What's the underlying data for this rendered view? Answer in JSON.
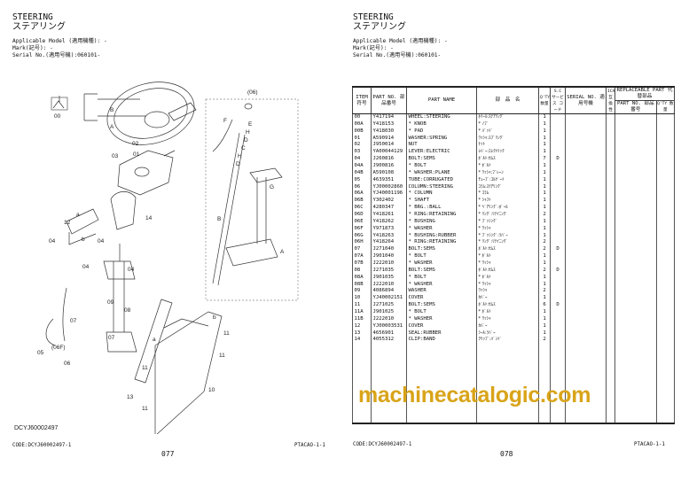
{
  "left_page": {
    "title": "STEERING",
    "title_jp": "ステアリング",
    "applicable_model": "Applicable Model (適用機種): -",
    "mark": "Mark(記号): -",
    "serial": "Serial No.(適用号機):060101-",
    "diagram_code": "DCYJ60002497",
    "footer_code": "CODE:DCYJ60002497-1",
    "footer_ref": "PTACAO-1-1",
    "page_number": "077",
    "diagram_labels": {
      "l00": "00",
      "lB1": "B",
      "lA1": "A",
      "l02": "02",
      "l01": "01",
      "l03": "03",
      "l14": "14",
      "l12": "12",
      "l04a": "04",
      "l04b": "04",
      "l04c": "04",
      "l04d": "04",
      "l09": "09",
      "l08": "08",
      "l07a": "07",
      "l07b": "07",
      "l05": "05",
      "l06F": "(06F)",
      "l06": "06",
      "l13": "13",
      "l11a": "11",
      "l11b": "11",
      "l11c": "11",
      "l11d": "11",
      "l10": "10",
      "ca": "a",
      "cb": "b",
      "ca2": "a",
      "cb2": "b",
      "g06": "(06)",
      "gF": "F",
      "gE": "E",
      "gH1": "H",
      "gD1": "D",
      "gC": "C",
      "gH2": "H",
      "gD2": "D",
      "gG": "G",
      "gB": "B",
      "gA": "A"
    }
  },
  "watermark": "machinecatalogic.com",
  "right_page": {
    "title": "STEERING",
    "title_jp": "ステアリング",
    "applicable_model": "Applicable Model (適用機種): -",
    "mark": "Mark(記号): -",
    "serial": "Serial No.(適用号機):060101-",
    "footer_code": "CODE:DCYJ60002497-1",
    "footer_ref": "PTACAO-1-1",
    "page_number": "078",
    "table": {
      "headers": {
        "item": "ITEM 符号",
        "part_no": "PART NO. 部品番号",
        "part_name": "PART NAME",
        "part_name_jp": "部　品　名",
        "qty": "Q'TY 数量",
        "sc": "S.C サービス コード",
        "serial": "SERIAL NO. 適用号機",
        "ica": "ICA 互換性",
        "replaceable": "REPLACEABLE PART 代替部品",
        "repl_part_no": "PART NO. 部品番号",
        "repl_qty": "Q'TY 数量"
      },
      "rows": [
        {
          "item": "00",
          "part_no": "Y417194",
          "name": "WHEEL:STEERING",
          "name_jp": "ﾎｲｰﾙ:ｽﾃｱﾘﾝｸﾞ",
          "qty": "1",
          "sc": ""
        },
        {
          "item": "00A",
          "part_no": "Y418153",
          "name": "* KNOB",
          "name_jp": "* ﾉﾌﾞ",
          "qty": "1",
          "sc": ""
        },
        {
          "item": "00B",
          "part_no": "Y418030",
          "name": "* PAD",
          "name_jp": "* ﾊﾟｯﾄﾞ",
          "qty": "1",
          "sc": ""
        },
        {
          "item": "01",
          "part_no": "A590914",
          "name": "WASHER:SPRING",
          "name_jp": "ﾜｯｼｬ:ｽﾌﾟﾘﾝｸﾞ",
          "qty": "1",
          "sc": ""
        },
        {
          "item": "02",
          "part_no": "J950014",
          "name": "NUT",
          "name_jp": "ﾅｯﾄ",
          "qty": "1",
          "sc": ""
        },
        {
          "item": "03",
          "part_no": "YA00044129",
          "name": "LEVER:ELECTRIC",
          "name_jp": "ﾚﾊﾞｰ:ｴﾚｸﾄﾘｯｸ",
          "qty": "1",
          "sc": ""
        },
        {
          "item": "04",
          "part_no": "J260816",
          "name": "BOLT:SEMS",
          "name_jp": "ﾎﾞﾙﾄ:ｾﾑｽ",
          "qty": "7",
          "sc": "D"
        },
        {
          "item": "04A",
          "part_no": "J900816",
          "name": "* BOLT",
          "name_jp": "* ﾎﾞﾙﾄ",
          "qty": "1",
          "sc": ""
        },
        {
          "item": "04B",
          "part_no": "A590108",
          "name": "* WASHER:PLANE",
          "name_jp": "* ﾜｯｼｬ:ﾌﾟﾚｰﾝ",
          "qty": "1",
          "sc": ""
        },
        {
          "item": "05",
          "part_no": "4639351",
          "name": "TUBE:CORRUGATED",
          "name_jp": "ﾁｭｰﾌﾞ:ｺﾙｹﾞｰﾄ",
          "qty": "1",
          "sc": ""
        },
        {
          "item": "06",
          "part_no": "YJ00002860",
          "name": "COLUMN:STEERING",
          "name_jp": "ｺﾗﾑ:ｽﾃｱﾘﾝｸﾞ",
          "qty": "1",
          "sc": ""
        },
        {
          "item": "06A",
          "part_no": "YJ40001196",
          "name": "* COLUMN",
          "name_jp": "* ｺﾗﾑ",
          "qty": "1",
          "sc": ""
        },
        {
          "item": "06B",
          "part_no": "Y302402",
          "name": "* SHAFT",
          "name_jp": "* ｼｬﾌﾄ",
          "qty": "1",
          "sc": ""
        },
        {
          "item": "06C",
          "part_no": "4280347",
          "name": "* BRG.:BALL",
          "name_jp": "* ﾍﾞｱﾘﾝｸﾞ:ﾎﾞｰﾙ",
          "qty": "1",
          "sc": ""
        },
        {
          "item": "06D",
          "part_no": "Y418261",
          "name": "* RING:RETAINING",
          "name_jp": "* ﾘﾝｸﾞ:ﾘﾃｲﾆﾝｸﾞ",
          "qty": "2",
          "sc": ""
        },
        {
          "item": "06E",
          "part_no": "Y418262",
          "name": "* BUSHING",
          "name_jp": "* ﾌﾞｯｼﾝｸﾞ",
          "qty": "1",
          "sc": ""
        },
        {
          "item": "06F",
          "part_no": "Y971873",
          "name": "* WASHER",
          "name_jp": "* ﾜｯｼｬ",
          "qty": "1",
          "sc": ""
        },
        {
          "item": "06G",
          "part_no": "Y418263",
          "name": "* BUSHING:RUBBER",
          "name_jp": "* ﾌﾞｯｼﾝｸﾞ:ﾗﾊﾞｰ",
          "qty": "1",
          "sc": ""
        },
        {
          "item": "06H",
          "part_no": "Y418264",
          "name": "* RING:RETAINING",
          "name_jp": "* ﾘﾝｸﾞ:ﾘﾃｲﾆﾝｸﾞ",
          "qty": "2",
          "sc": ""
        },
        {
          "item": "07",
          "part_no": "J271040",
          "name": "BOLT:SEMS",
          "name_jp": "ﾎﾞﾙﾄ:ｾﾑｽ",
          "qty": "2",
          "sc": "D"
        },
        {
          "item": "07A",
          "part_no": "J901040",
          "name": "* BOLT",
          "name_jp": "* ﾎﾞﾙﾄ",
          "qty": "1",
          "sc": ""
        },
        {
          "item": "07B",
          "part_no": "J222010",
          "name": "* WASHER",
          "name_jp": "* ﾜｯｼｬ",
          "qty": "1",
          "sc": ""
        },
        {
          "item": "08",
          "part_no": "J271035",
          "name": "BOLT:SEMS",
          "name_jp": "ﾎﾞﾙﾄ:ｾﾑｽ",
          "qty": "2",
          "sc": "D"
        },
        {
          "item": "08A",
          "part_no": "J901035",
          "name": "* BOLT",
          "name_jp": "* ﾎﾞﾙﾄ",
          "qty": "1",
          "sc": ""
        },
        {
          "item": "08B",
          "part_no": "J222010",
          "name": "* WASHER",
          "name_jp": "* ﾜｯｼｬ",
          "qty": "1",
          "sc": ""
        },
        {
          "item": "09",
          "part_no": "4086894",
          "name": "WASHER",
          "name_jp": "ﾜｯｼｬ",
          "qty": "2",
          "sc": ""
        },
        {
          "item": "10",
          "part_no": "YJ40002151",
          "name": "COVER",
          "name_jp": "ｶﾊﾞｰ",
          "qty": "1",
          "sc": ""
        },
        {
          "item": "11",
          "part_no": "J271025",
          "name": "BOLT:SEMS",
          "name_jp": "ﾎﾞﾙﾄ:ｾﾑｽ",
          "qty": "6",
          "sc": "D"
        },
        {
          "item": "11A",
          "part_no": "J901025",
          "name": "* BOLT",
          "name_jp": "* ﾎﾞﾙﾄ",
          "qty": "1",
          "sc": ""
        },
        {
          "item": "11B",
          "part_no": "J222010",
          "name": "* WASHER",
          "name_jp": "* ﾜｯｼｬ",
          "qty": "1",
          "sc": ""
        },
        {
          "item": "12",
          "part_no": "YJ00003531",
          "name": "COVER",
          "name_jp": "ｶﾊﾞｰ",
          "qty": "1",
          "sc": ""
        },
        {
          "item": "13",
          "part_no": "4656901",
          "name": "SEAL:RUBBER",
          "name_jp": "ｼｰﾙ:ﾗﾊﾞｰ",
          "qty": "1",
          "sc": ""
        },
        {
          "item": "14",
          "part_no": "4055312",
          "name": "CLIP:BAND",
          "name_jp": "ｸﾘｯﾌﾟ:ﾊﾞﾝﾄﾞ",
          "qty": "2",
          "sc": ""
        }
      ]
    }
  }
}
